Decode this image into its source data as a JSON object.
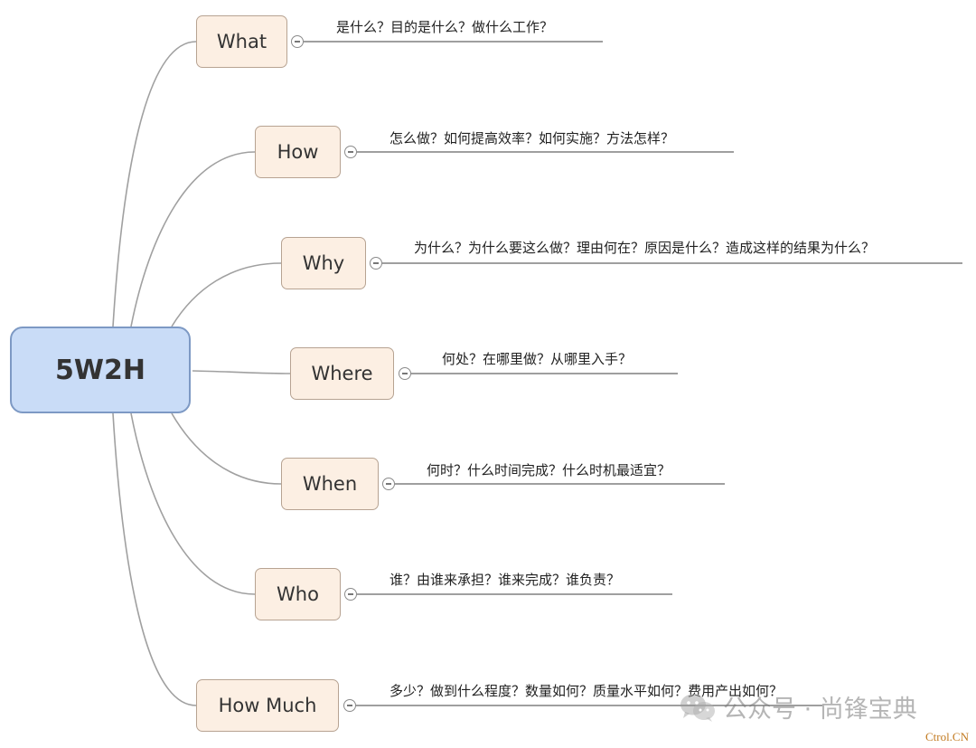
{
  "root": {
    "label": "5W2H"
  },
  "branches": [
    {
      "id": "what",
      "label": "What",
      "description": "是什么？目的是什么？做什么工作？"
    },
    {
      "id": "how",
      "label": "How",
      "description": "怎么做？如何提高效率？如何实施？方法怎样？"
    },
    {
      "id": "why",
      "label": "Why",
      "description": "为什么？为什么要这么做？理由何在？原因是什么？造成这样的结果为什么？"
    },
    {
      "id": "where",
      "label": "Where",
      "description": "何处？在哪里做？从哪里入手？"
    },
    {
      "id": "when",
      "label": "When",
      "description": "何时？什么时间完成？什么时机最适宜？"
    },
    {
      "id": "who",
      "label": "Who",
      "description": "谁？由谁来承担？谁来完成？谁负责？"
    },
    {
      "id": "how-much",
      "label": "How Much",
      "description": "多少？做到什么程度？数量如何？质量水平如何？费用产出如何？"
    }
  ],
  "watermark": {
    "text": "公众号 · 尚锋宝典",
    "icon": "wechat-icon"
  },
  "corner_mark": "Ctrol.CN",
  "colors": {
    "root_fill": "#c9dcf7",
    "root_border": "#7d99c4",
    "branch_fill": "#fcefe3",
    "branch_border": "#b7a392",
    "connector": "#9a9a9a"
  }
}
